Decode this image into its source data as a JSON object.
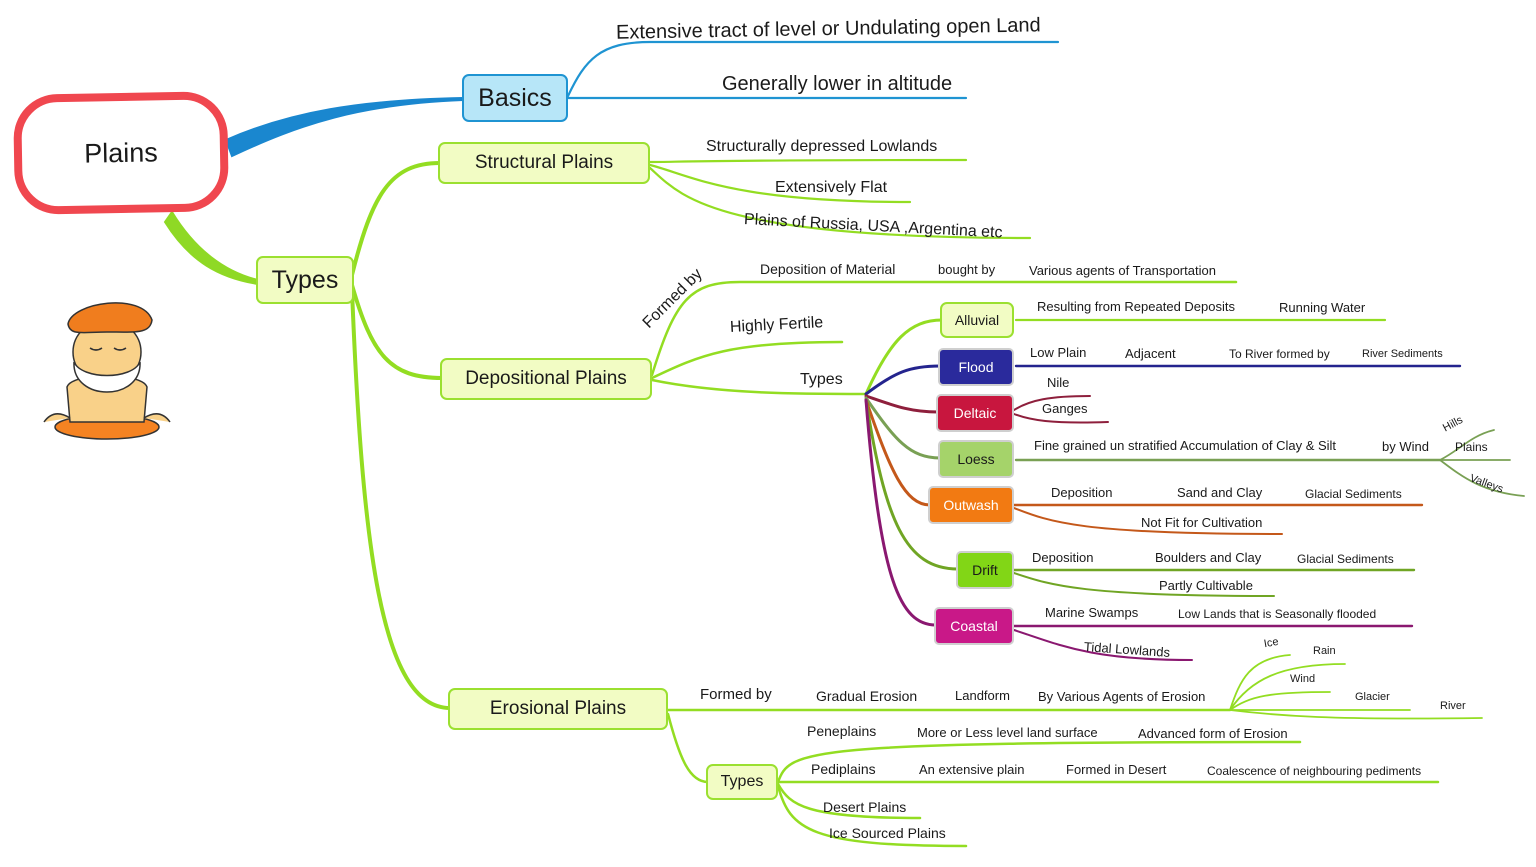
{
  "root": {
    "label": "Plains"
  },
  "basics": {
    "label": "Basics",
    "items": [
      "Extensive tract of level or Undulating open Land",
      "Generally lower in altitude"
    ]
  },
  "types": {
    "label": "Types"
  },
  "structural": {
    "label": "Structural Plains",
    "items": [
      "Structurally depressed Lowlands",
      "Extensively Flat",
      "Plains of Russia, USA ,Argentina etc"
    ]
  },
  "depositional": {
    "label": "Depositional Plains",
    "formed_by": {
      "label": "Formed by",
      "items": [
        "Deposition of Material",
        "bought by",
        "Various agents of Transportation"
      ]
    },
    "fertile": "Highly Fertile",
    "types_label": "Types",
    "alluvial": {
      "label": "Alluvial",
      "items": [
        "Resulting from Repeated Deposits",
        "Running Water"
      ]
    },
    "flood": {
      "label": "Flood",
      "items": [
        "Low Plain",
        "Adjacent",
        "To River formed by",
        "River Sediments"
      ]
    },
    "deltaic": {
      "label": "Deltaic",
      "items": [
        "Nile",
        "Ganges"
      ]
    },
    "loess": {
      "label": "Loess",
      "items": [
        "Fine grained un stratified Accumulation of Clay & Silt",
        "by Wind"
      ],
      "sub": [
        "Hills",
        "Plains",
        "Valleys"
      ]
    },
    "outwash": {
      "label": "Outwash",
      "items": [
        "Deposition",
        "Sand and Clay",
        "Glacial Sediments",
        "Not Fit for Cultivation"
      ]
    },
    "drift": {
      "label": "Drift",
      "items": [
        "Deposition",
        "Boulders and Clay",
        "Glacial Sediments",
        "Partly Cultivable"
      ]
    },
    "coastal": {
      "label": "Coastal",
      "items": [
        "Marine Swamps",
        "Low Lands that is Seasonally flooded",
        "Tidal Lowlands"
      ]
    }
  },
  "erosional": {
    "label": "Erosional Plains",
    "formed_by": {
      "label": "Formed by",
      "items": [
        "Gradual Erosion",
        "Landform",
        "By Various Agents of Erosion"
      ]
    },
    "agents": [
      "Ice",
      "Rain",
      "Wind",
      "Glacier",
      "River"
    ],
    "types_label": "Types",
    "peneplains": {
      "label": "Peneplains",
      "items": [
        "More or Less level land surface",
        "Advanced form of Erosion"
      ]
    },
    "pediplains": {
      "label": "Pediplains",
      "items": [
        "An extensive plain",
        "Formed in Desert",
        "Coalescence of neighbouring pediments"
      ]
    },
    "desert": "Desert Plains",
    "ice": "Ice Sourced Plains"
  },
  "colors": {
    "root": "#f0474f",
    "basics": "#1f94d2",
    "green": "#93dd22",
    "flood": "#2a2a9c",
    "deltaic": "#c8163e",
    "loess": "#86a855",
    "outwash": "#f27a12",
    "drift": "#82d616",
    "coastal": "#c91888",
    "coastal_line": "#8a1870",
    "deltaic_line": "#8e1f3c",
    "outwash_line": "#c4581a",
    "drift_line": "#70a524"
  }
}
